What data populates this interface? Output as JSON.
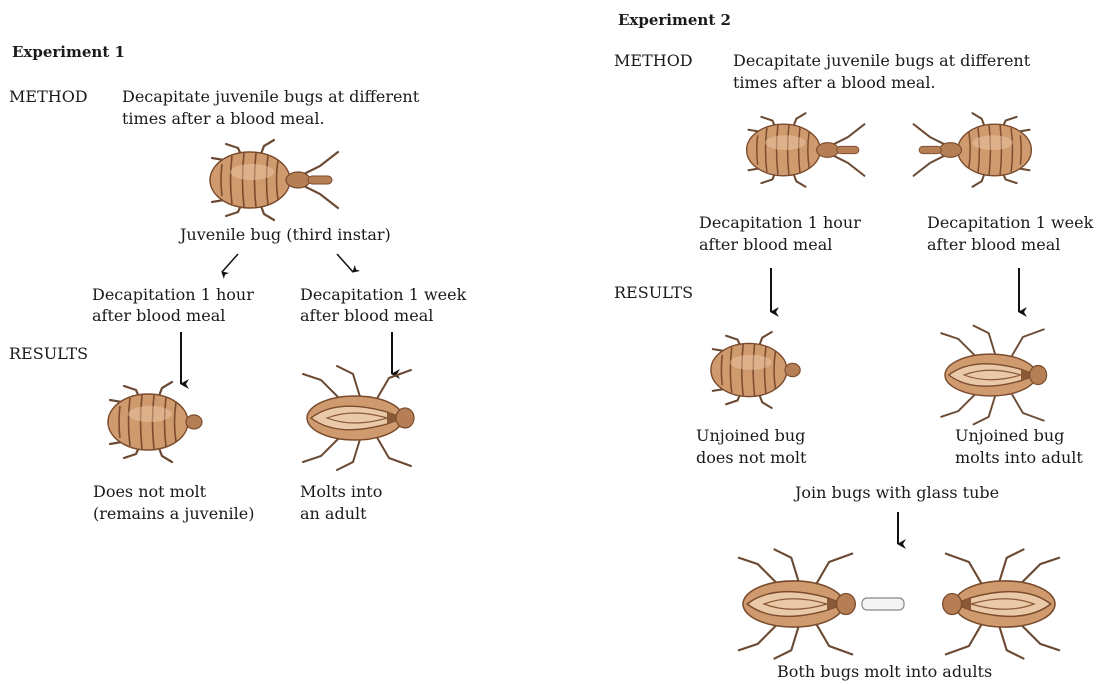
{
  "exp1": {
    "title": "Experiment 1",
    "method_label": "METHOD",
    "method_text_1": "Decapitate juvenile bugs at different",
    "method_text_2": "times after a blood meal.",
    "juvenile_label": "Juvenile bug (third instar)",
    "left_cond_1": "Decapitation 1 hour",
    "left_cond_2": "after blood meal",
    "right_cond_1": "Decapitation 1 week",
    "right_cond_2": "after blood meal",
    "results_label": "RESULTS",
    "left_result_1": "Does not molt",
    "left_result_2": "(remains a juvenile)",
    "right_result_1": "Molts into",
    "right_result_2": "an adult"
  },
  "exp2": {
    "title": "Experiment 2",
    "method_label": "METHOD",
    "method_text_1": "Decapitate juvenile bugs at different",
    "method_text_2": "times after a blood meal.",
    "left_cond_1": "Decapitation 1 hour",
    "left_cond_2": "after blood meal",
    "right_cond_1": "Decapitation 1 week",
    "right_cond_2": "after blood meal",
    "results_label": "RESULTS",
    "left_result_1": "Unjoined bug",
    "left_result_2": "does not molt",
    "right_result_1": "Unjoined bug",
    "right_result_2": "molts into adult",
    "join_label": "Join bugs with glass tube",
    "final_label": "Both bugs molt into adults"
  },
  "colors": {
    "body": "#cf9a6e",
    "body_dark": "#8a5a38",
    "stripe": "#7a4b2c",
    "leg": "#6b4a34",
    "wing": "#e9c9a8",
    "arrow": "#111111"
  }
}
